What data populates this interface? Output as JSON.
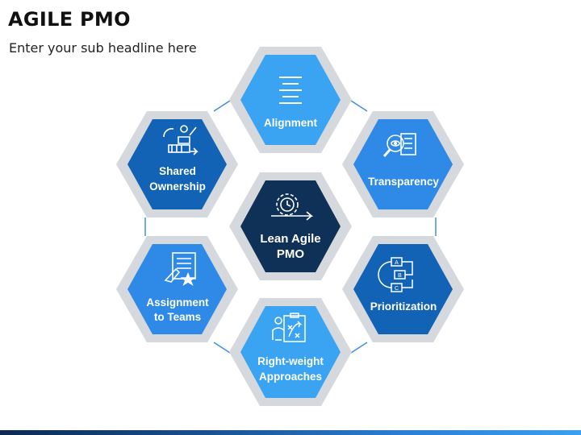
{
  "header": {
    "title": "AGILE PMO",
    "subtitle": "Enter your sub headline here"
  },
  "colors": {
    "light_blue": "#3aa3f2",
    "mid_blue": "#2e8ae6",
    "dark_blue": "#1262b5",
    "navy": "#0f3057",
    "outline": "#d5d8dc"
  },
  "diagram": {
    "center": {
      "lines": [
        "Lean Agile",
        "PMO"
      ],
      "icon": "gear-clock-arrow-icon"
    },
    "nodes": [
      {
        "id": "alignment",
        "lines": [
          "Alignment"
        ],
        "icon": "align-lines-icon"
      },
      {
        "id": "transparency",
        "lines": [
          "Transparency"
        ],
        "icon": "magnifier-document-icon"
      },
      {
        "id": "prioritization",
        "lines": [
          "Prioritization"
        ],
        "icon": "abc-flow-icon"
      },
      {
        "id": "right-weight",
        "lines": [
          "Right-weight",
          "Approaches"
        ],
        "icon": "clipboard-strategy-icon"
      },
      {
        "id": "assignment",
        "lines": [
          "Assignment",
          "to Teams"
        ],
        "icon": "checklist-hand-icon"
      },
      {
        "id": "shared-ownership",
        "lines": [
          "Shared",
          "Ownership"
        ],
        "icon": "presenter-team-icon"
      }
    ]
  }
}
